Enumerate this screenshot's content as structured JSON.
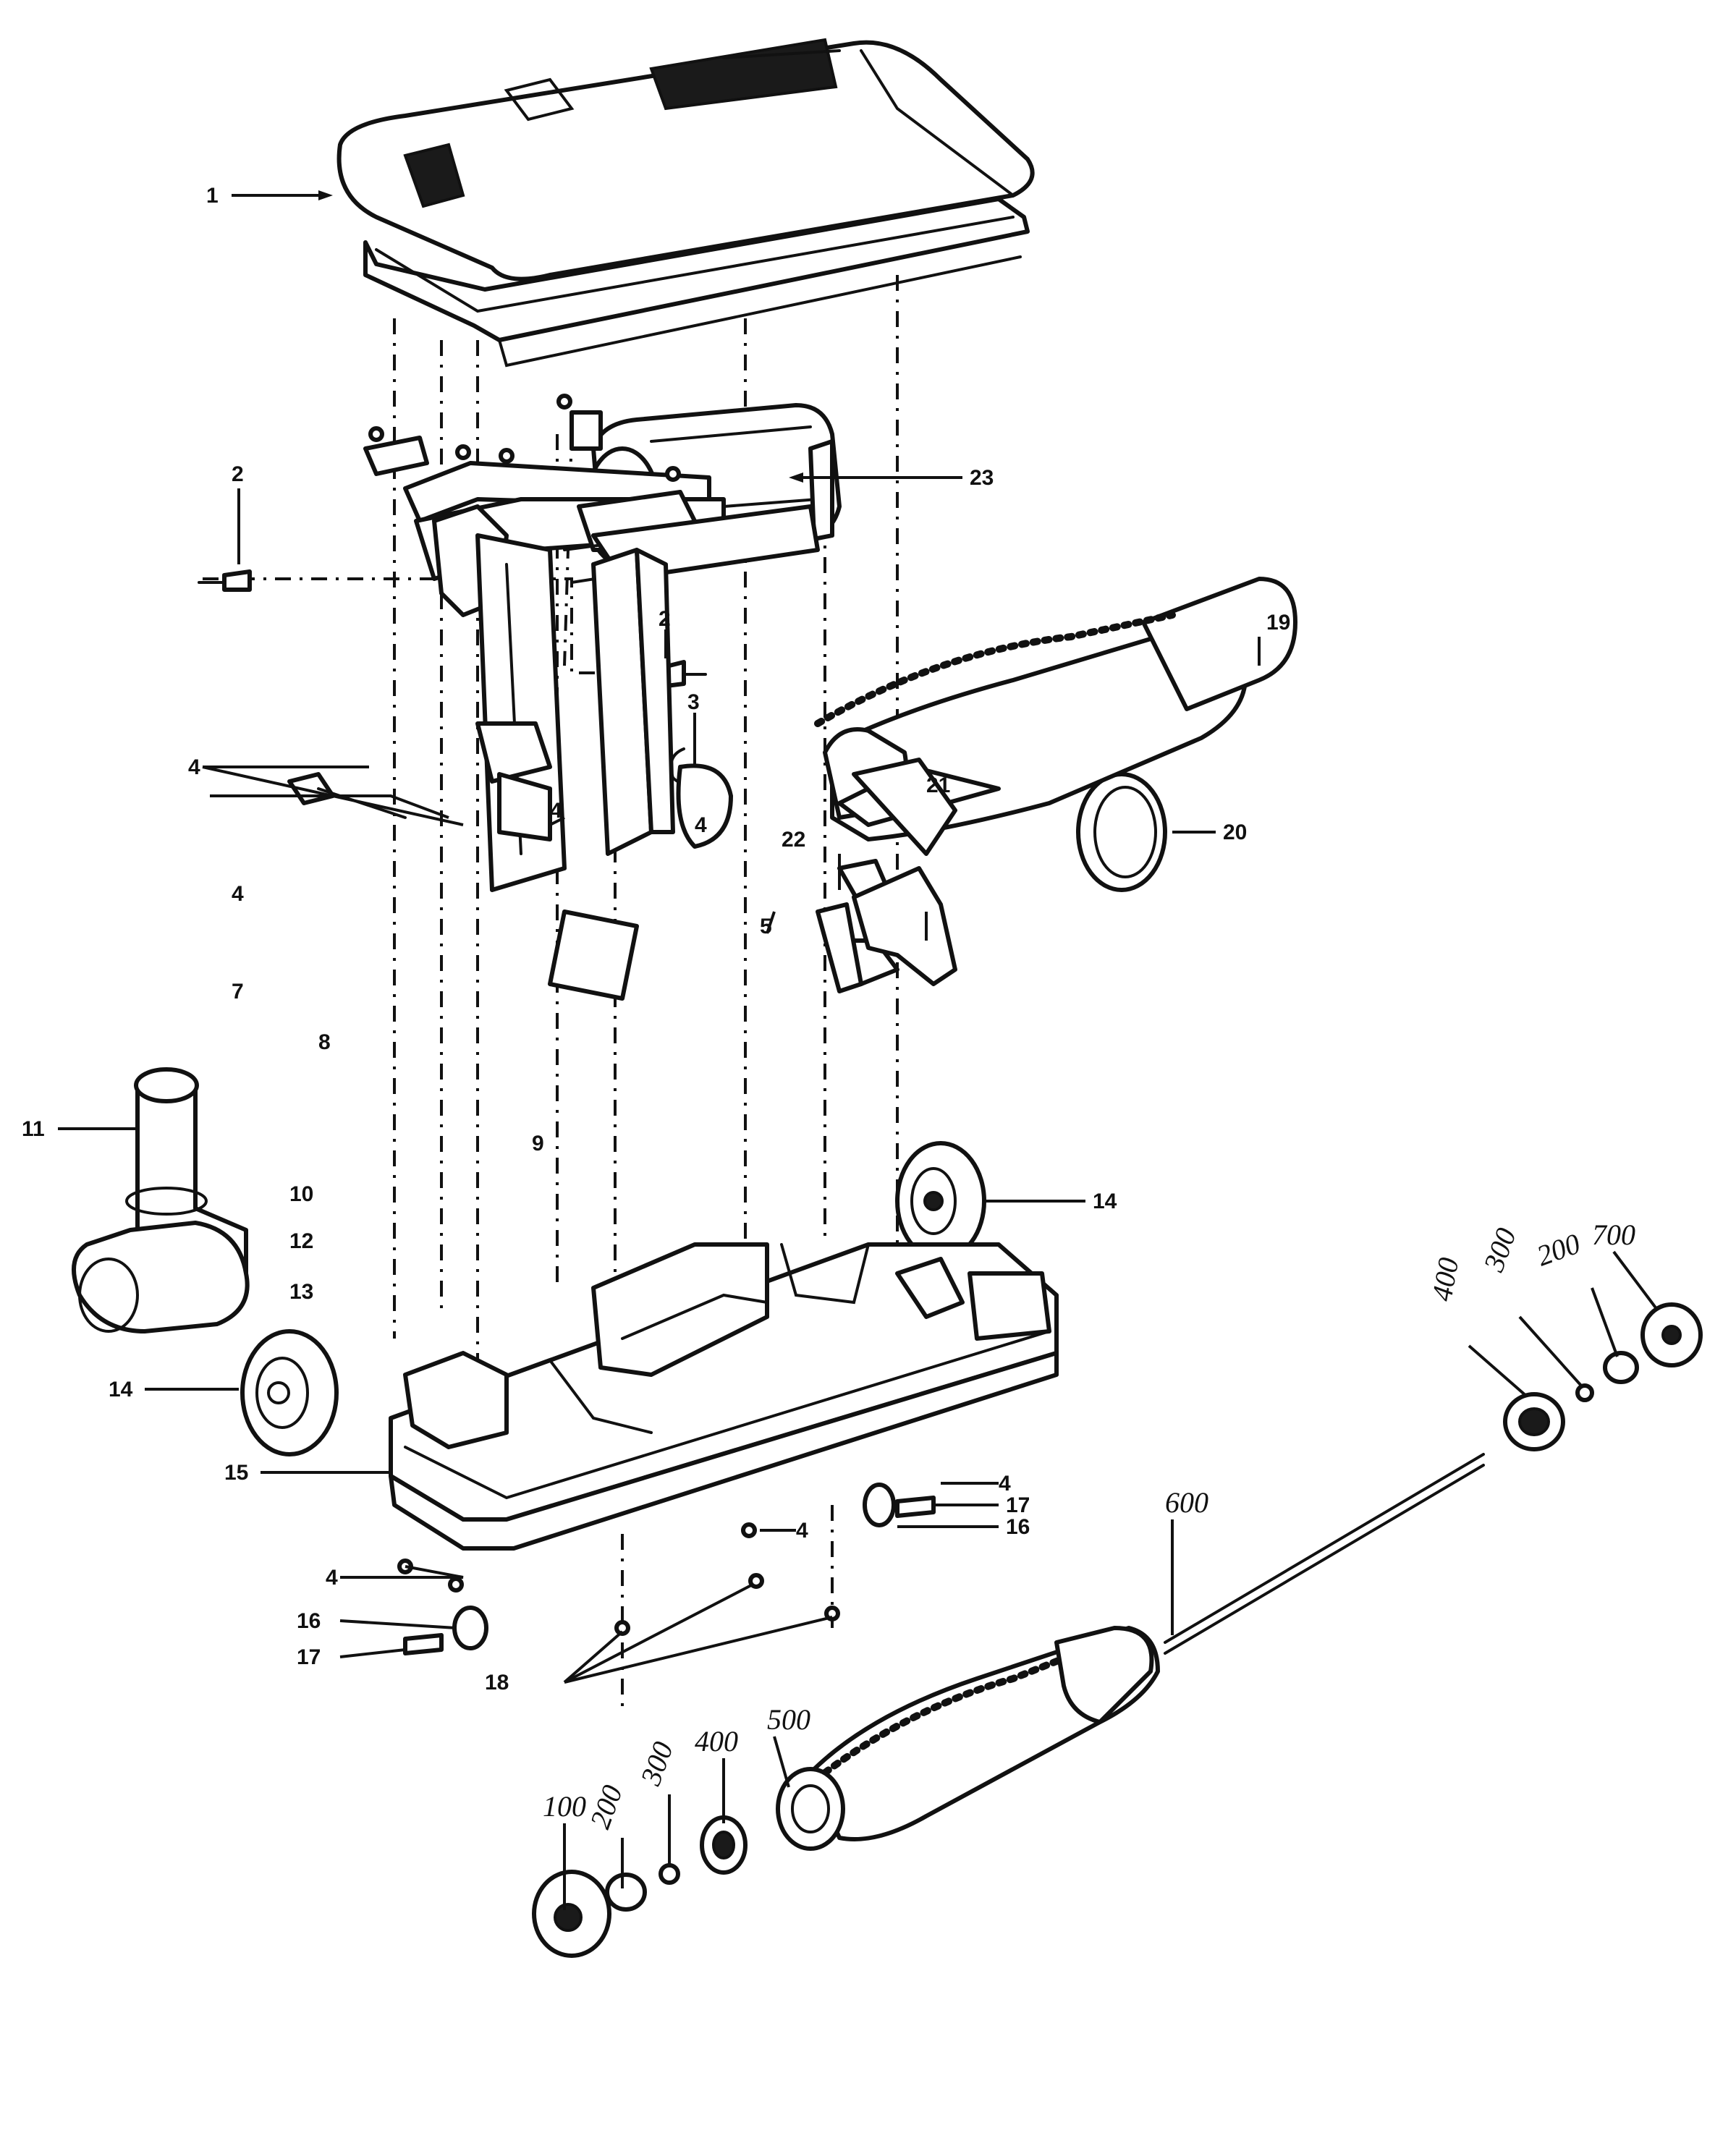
{
  "labels": {
    "l1": "1",
    "l2a": "2",
    "l2b": "2",
    "l3": "3",
    "l4a": "4",
    "l4b": "4",
    "l4c": "4",
    "l4d": "4",
    "l4e": "4",
    "l4f": "4",
    "l4g": "4",
    "l5": "5",
    "l7": "7",
    "l8": "8",
    "l9": "9",
    "l10": "10",
    "l11": "11",
    "l12": "12",
    "l13": "13",
    "l14a": "14",
    "l14b": "14",
    "l15": "15",
    "l16a": "16",
    "l16b": "16",
    "l17a": "17",
    "l17b": "17",
    "l18": "18",
    "l19": "19",
    "l20": "20",
    "l21": "21",
    "l22": "22",
    "l23": "23"
  },
  "brushroll_labels": {
    "h100": "100",
    "h200a": "200",
    "h300a": "300",
    "h400a": "400",
    "h500": "500",
    "h600": "600",
    "h400b": "400",
    "h300b": "300",
    "h200b": "200",
    "h700": "700"
  }
}
